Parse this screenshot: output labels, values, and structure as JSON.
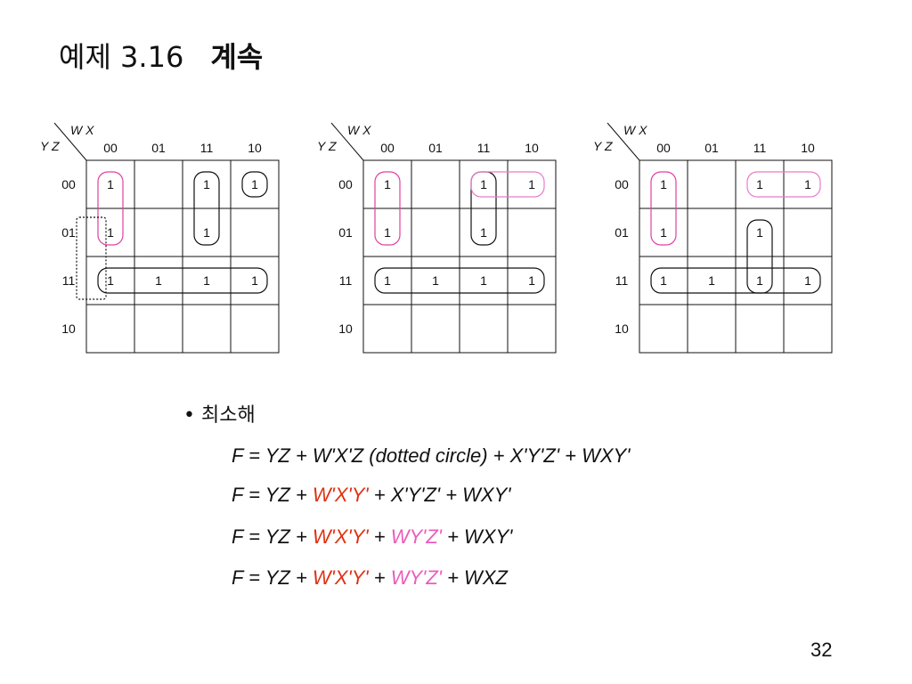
{
  "slide": {
    "title_prefix": "예제 3.16",
    "title_word": "계속",
    "page_number": "32"
  },
  "kmap": {
    "col_var": "W X",
    "row_var": "Y Z",
    "col_labels": [
      "00",
      "01",
      "11",
      "10"
    ],
    "row_labels": [
      "00",
      "01",
      "11",
      "10"
    ],
    "cell_value": "1",
    "maps": [
      {
        "ones": [
          [
            0,
            0
          ],
          [
            0,
            2
          ],
          [
            0,
            3
          ],
          [
            1,
            0
          ],
          [
            1,
            2
          ],
          [
            2,
            0
          ],
          [
            2,
            1
          ],
          [
            2,
            2
          ],
          [
            2,
            3
          ]
        ],
        "groups": [
          {
            "rows": [
              0,
              1
            ],
            "cols": [
              0,
              0
            ],
            "color": "#e040a0",
            "style": "solid"
          },
          {
            "rows": [
              0,
              1
            ],
            "cols": [
              2,
              2
            ],
            "color": "#111111",
            "style": "solid"
          },
          {
            "rows": [
              0,
              0
            ],
            "cols": [
              3,
              3
            ],
            "color": "#111111",
            "style": "solid"
          },
          {
            "rows": [
              2,
              2
            ],
            "cols": [
              0,
              3
            ],
            "color": "#111111",
            "style": "solid"
          },
          {
            "rows": [
              1,
              2
            ],
            "cols": [
              0,
              0
            ],
            "color": "#111111",
            "style": "dotted"
          }
        ]
      },
      {
        "ones": [
          [
            0,
            0
          ],
          [
            0,
            2
          ],
          [
            0,
            3
          ],
          [
            1,
            0
          ],
          [
            1,
            2
          ],
          [
            2,
            0
          ],
          [
            2,
            1
          ],
          [
            2,
            2
          ],
          [
            2,
            3
          ]
        ],
        "groups": [
          {
            "rows": [
              0,
              1
            ],
            "cols": [
              0,
              0
            ],
            "color": "#e040a0",
            "style": "solid"
          },
          {
            "rows": [
              0,
              1
            ],
            "cols": [
              2,
              2
            ],
            "color": "#111111",
            "style": "solid"
          },
          {
            "rows": [
              0,
              0
            ],
            "cols": [
              2,
              3
            ],
            "color": "#e87cc8",
            "style": "solid"
          },
          {
            "rows": [
              2,
              2
            ],
            "cols": [
              0,
              3
            ],
            "color": "#111111",
            "style": "solid"
          }
        ]
      },
      {
        "ones": [
          [
            0,
            0
          ],
          [
            0,
            2
          ],
          [
            0,
            3
          ],
          [
            1,
            0
          ],
          [
            1,
            2
          ],
          [
            2,
            0
          ],
          [
            2,
            1
          ],
          [
            2,
            2
          ],
          [
            2,
            3
          ]
        ],
        "groups": [
          {
            "rows": [
              0,
              1
            ],
            "cols": [
              0,
              0
            ],
            "color": "#e040a0",
            "style": "solid"
          },
          {
            "rows": [
              0,
              0
            ],
            "cols": [
              2,
              3
            ],
            "color": "#e87cc8",
            "style": "solid"
          },
          {
            "rows": [
              1,
              2
            ],
            "cols": [
              2,
              2
            ],
            "color": "#111111",
            "style": "solid"
          },
          {
            "rows": [
              2,
              2
            ],
            "cols": [
              0,
              3
            ],
            "color": "#111111",
            "style": "solid"
          }
        ]
      }
    ]
  },
  "solutions": {
    "bullet": "• 최소해",
    "eq1": {
      "a": "F = YZ + W'X'Z (dotted circle) + X'Y'Z' + WXY'"
    },
    "eq2": {
      "a": "F = YZ + ",
      "b": "W'X'Y'",
      "c": " + X'Y'Z' + WXY'"
    },
    "eq3": {
      "a": "F = YZ + ",
      "b": "W'X'Y'",
      "c": " + ",
      "d": "WY'Z'",
      "e": " + WXY'"
    },
    "eq4": {
      "a": "F = YZ + ",
      "b": "W'X'Y'",
      "c": " + ",
      "d": "WY'Z'",
      "e": " + WXZ"
    }
  },
  "colors": {
    "red_term": "#e03010",
    "pink_term": "#ec5cbc"
  }
}
